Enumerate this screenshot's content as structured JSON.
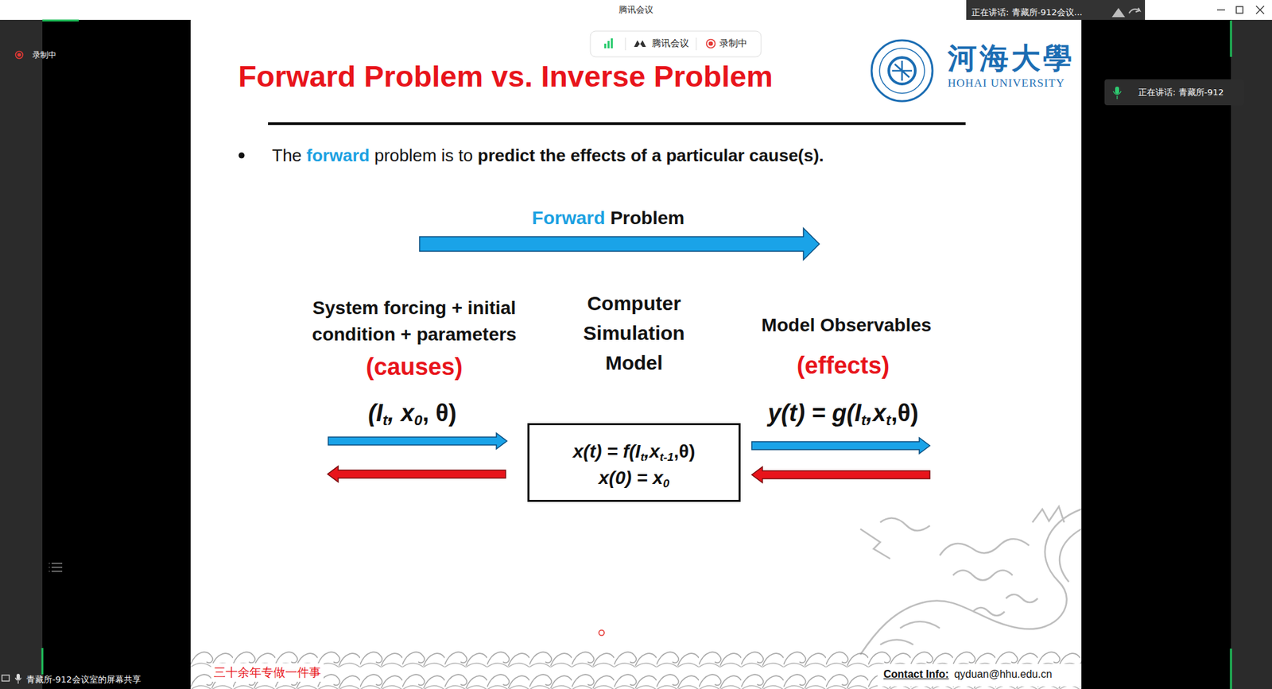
{
  "diagram": {
    "title": "Forward Problem vs. Inverse Problem",
    "nodes": [
      {
        "text": [
          "Computer Simulation Model",
          "x(t) = f(I",
          "t",
          ",x",
          "t-1",
          ",θ)",
          "x(0) = x",
          "0"
        ]
      }
    ],
    "labels": [
      "腾讯会议",
      "正在讲话: 青藏所-912会议...",
      "录制中",
      "腾讯会议",
      "录制中",
      "正在讲话: 青藏所-912",
      "河海大學",
      "HOHAI UNIVERSITY",
      "The",
      "forward",
      "problem is to",
      "predict the effects of a particular cause(s).",
      "Forward",
      "Problem",
      "System forcing + initial condition + parameters",
      "(causes)",
      "(I",
      "t",
      ", x",
      "0",
      ", θ)",
      "Model Observables",
      "(effects)",
      "y(t) = g(I",
      "t",
      ",x",
      "t",
      ",θ)",
      "三十余年专做一件事",
      "Contact Info:",
      "qyduan@hhu.edu.cn",
      "青藏所-912会议室的屏幕共享"
    ]
  }
}
